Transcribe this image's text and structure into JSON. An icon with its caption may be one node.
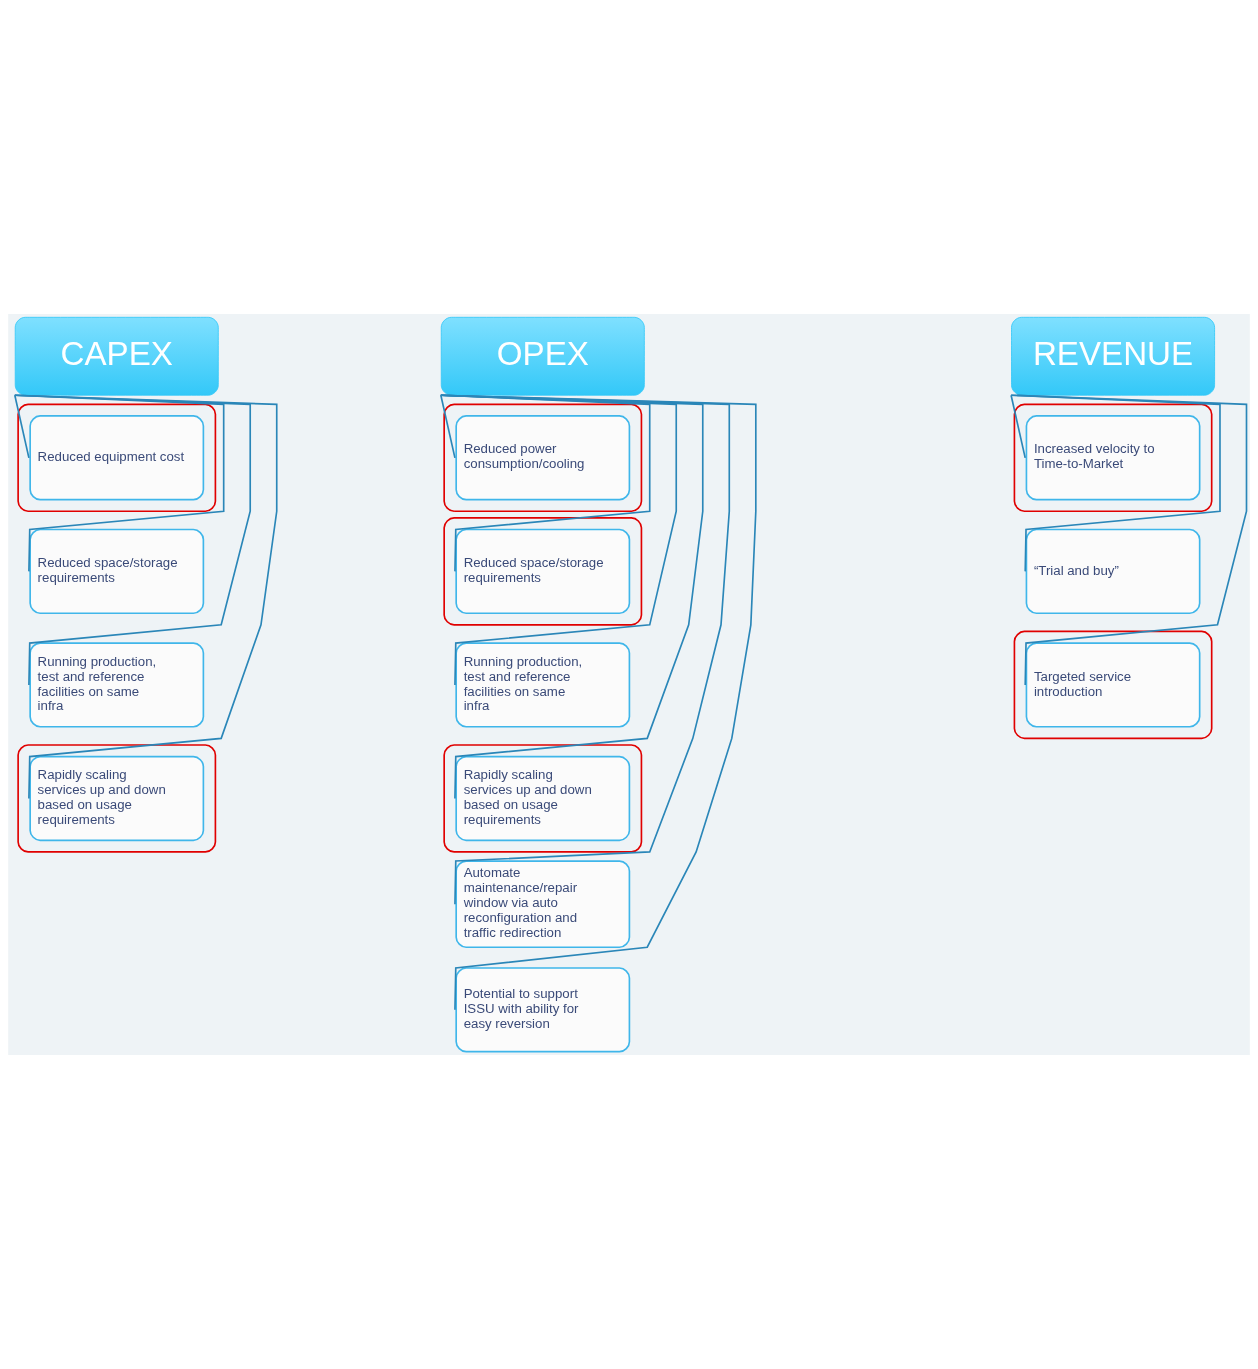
{
  "diagram": {
    "nodes": [
      {
        "text": [
          "CAPEX"
        ]
      },
      {
        "text": [],
        "shape": "ellipse"
      },
      {
        "text": [
          "Reduced equipment cost"
        ],
        "in": 1
      },
      {
        "text": [
          "Reduced space/storage requirements"
        ]
      },
      {
        "text": [
          "Running production, test and reference facilities on same infra"
        ]
      },
      {
        "text": [],
        "shape": "ellipse"
      },
      {
        "text": [
          "Rapidly scaling services up and down based on usage requirements"
        ],
        "in": 5
      },
      {
        "text": [
          "OPEX"
        ]
      },
      {
        "text": [],
        "shape": "ellipse"
      },
      {
        "text": [
          "Reduced power consumption/cooling"
        ],
        "in": 8
      },
      {
        "text": [],
        "shape": "ellipse"
      },
      {
        "text": [
          "Reduced space/storage requirements"
        ],
        "in": 10
      },
      {
        "text": [
          "Running production, test and reference facilities on same infra"
        ]
      },
      {
        "text": [],
        "shape": "ellipse"
      },
      {
        "text": [
          "Rapidly scaling services up and down based on usage requirements"
        ],
        "in": 13
      },
      {
        "text": [
          "Automate maintenance/repair window via auto reconfiguration and traffic redirection"
        ]
      },
      {
        "text": [
          "Potential to support ISSU with ability for easy reversion"
        ]
      },
      {
        "text": [
          "REVENUE"
        ]
      },
      {
        "text": [],
        "shape": "ellipse"
      },
      {
        "text": [
          "Increased velocity to Time-to-Market"
        ],
        "in": 18
      },
      {
        "text": [
          "“Trial and buy”"
        ]
      },
      {
        "text": [],
        "shape": "ellipse"
      },
      {
        "text": [
          "Targeted service introduction"
        ],
        "in": 21
      }
    ],
    "edges": [
      {
        "from": 0,
        "to": 2,
        "arrow": "none"
      },
      {
        "from": 0,
        "to": 3,
        "arrow": "none"
      },
      {
        "from": 0,
        "to": 4,
        "arrow": "none"
      },
      {
        "from": 0,
        "to": 6,
        "arrow": "none"
      },
      {
        "from": 7,
        "to": 9,
        "arrow": "none"
      },
      {
        "from": 7,
        "to": 11,
        "arrow": "none"
      },
      {
        "from": 7,
        "to": 12,
        "arrow": "none"
      },
      {
        "from": 7,
        "to": 14,
        "arrow": "none"
      },
      {
        "from": 7,
        "to": 15,
        "arrow": "none"
      },
      {
        "from": 7,
        "to": 16,
        "arrow": "none"
      },
      {
        "from": 17,
        "to": 19,
        "arrow": "none"
      },
      {
        "from": 17,
        "to": 20,
        "arrow": "none"
      },
      {
        "from": 17,
        "to": 22,
        "arrow": "none"
      }
    ]
  }
}
